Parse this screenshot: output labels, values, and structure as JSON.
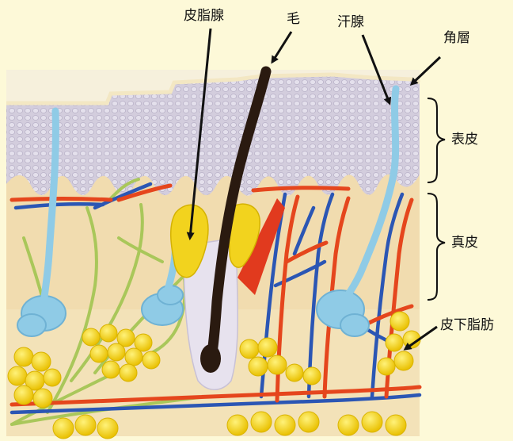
{
  "labels": {
    "sebaceous_gland": "皮脂腺",
    "hair": "毛",
    "sweat_gland": "汗腺",
    "stratum_corneum": "角層",
    "epidermis": "表皮",
    "dermis": "真皮",
    "subcutaneous_fat": "皮下脂肪"
  },
  "colors": {
    "background": "#fdf9d8",
    "epidermis": "#cfc9d9",
    "dermis": "#f2deb2",
    "fat": "#f2d21a",
    "sweat_duct": "#8fcbe6",
    "artery": "#e8471e",
    "vein": "#2a55b3",
    "nerve": "#a8c85a",
    "hair": "#2a1a10",
    "sebaceous": "#f0d21c"
  }
}
